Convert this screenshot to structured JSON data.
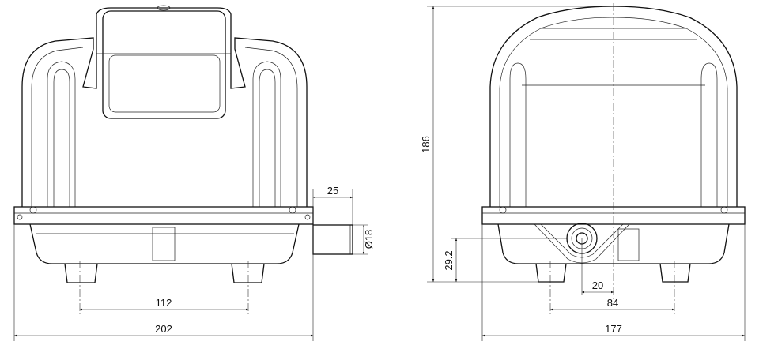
{
  "views": {
    "front": {
      "dimensions": {
        "outlet_length": "25",
        "outlet_diameter": "Ø18",
        "foot_spacing": "112",
        "overall_width": "202"
      }
    },
    "side": {
      "dimensions": {
        "overall_height": "186",
        "outlet_height": "29.2",
        "outlet_offset": "20",
        "foot_spacing": "84",
        "overall_depth": "177"
      }
    }
  }
}
